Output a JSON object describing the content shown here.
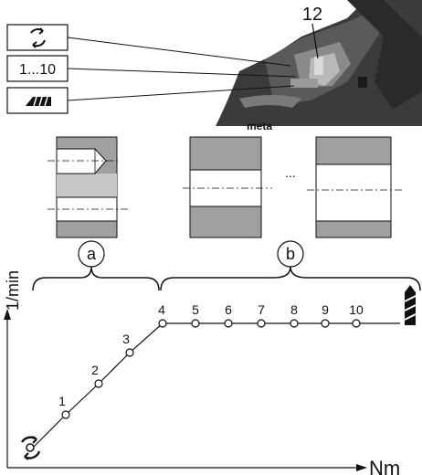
{
  "callout": {
    "number": "12",
    "mode_box_range": "1...10",
    "icons": [
      "rotation-arrows-icon",
      "range-text",
      "drill-bit-icon"
    ]
  },
  "photo": {
    "brand_fragment": "meta"
  },
  "groups": {
    "a_label": "a",
    "b_label": "b",
    "ellipsis": "..."
  },
  "graph": {
    "y_axis_label": "1/min",
    "x_axis_label": "Nm",
    "points": [
      {
        "label": "1"
      },
      {
        "label": "2"
      },
      {
        "label": "3"
      },
      {
        "label": "4"
      },
      {
        "label": "5"
      },
      {
        "label": "6"
      },
      {
        "label": "7"
      },
      {
        "label": "8"
      },
      {
        "label": "9"
      },
      {
        "label": "10"
      }
    ],
    "end_icon": "drill-bit-icon",
    "start_icon": "rotation-arrows-icon"
  }
}
